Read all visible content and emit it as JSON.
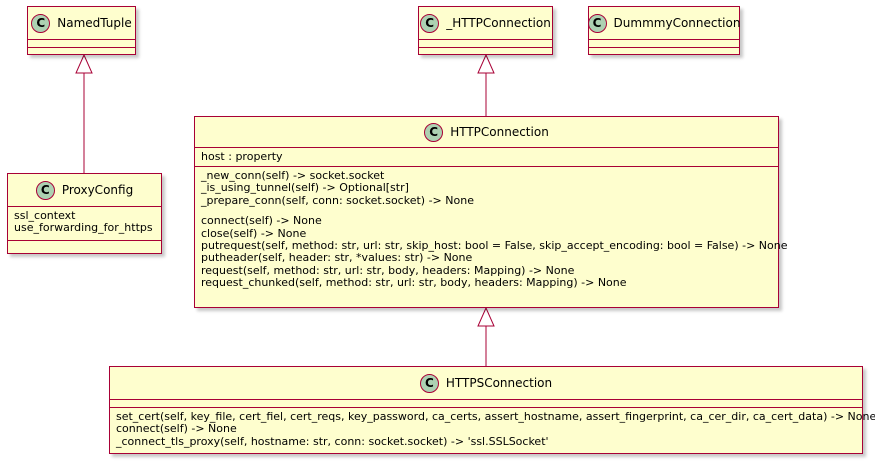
{
  "classes": {
    "named_tuple": {
      "badge": "C",
      "name": "NamedTuple"
    },
    "http_connection_base": {
      "badge": "C",
      "name": "_HTTPConnection"
    },
    "dummy_connection": {
      "badge": "C",
      "name": "DummmyConnection"
    },
    "proxy_config": {
      "badge": "C",
      "name": "ProxyConfig",
      "fields": [
        "ssl_context",
        "use_forwarding_for_https"
      ]
    },
    "http_connection": {
      "badge": "C",
      "name": "HTTPConnection",
      "fields": [
        "host : property"
      ],
      "methods_private": [
        "_new_conn(self) -> socket.socket",
        "_is_using_tunnel(self) -> Optional[str]",
        "_prepare_conn(self, conn: socket.socket) -> None"
      ],
      "methods_public": [
        "connect(self) -> None",
        "close(self) -> None",
        "putrequest(self, method: str, url: str, skip_host: bool = False, skip_accept_encoding: bool = False) -> None",
        "putheader(self, header: str, *values: str) -> None",
        "request(self, method: str, url: str, body, headers: Mapping) -> None",
        "request_chunked(self, method: str, url: str, body, headers: Mapping) -> None"
      ]
    },
    "https_connection": {
      "badge": "C",
      "name": "HTTPSConnection",
      "methods": [
        "set_cert(self, key_file, cert_fiel, cert_reqs, key_password, ca_certs, assert_hostname, assert_fingerprint, ca_cer_dir, ca_cert_data) -> None",
        "connect(self) -> None",
        "_connect_tls_proxy(self, hostname: str, conn: socket.socket) -> 'ssl.SSLSocket'"
      ]
    }
  },
  "colors": {
    "class_fill": "#fefece",
    "class_border": "#a80036",
    "badge_fill": "#add1b2"
  }
}
